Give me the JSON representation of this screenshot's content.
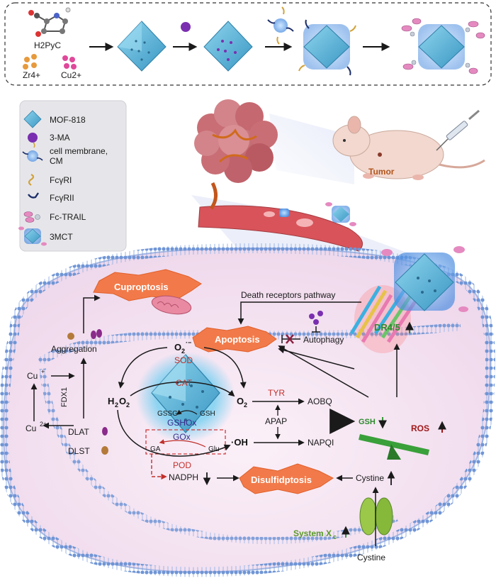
{
  "synthesis": {
    "ligand": "H2PyC",
    "zr": "Zr4+",
    "cu": "Cu2+"
  },
  "legend": {
    "items": [
      {
        "label": "MOF-818",
        "icon": "mof-octahedron"
      },
      {
        "label": "3-MA",
        "icon": "purple-sphere"
      },
      {
        "label": "cell membrane,",
        "label2": "CM",
        "icon": "membrane-vesicle"
      },
      {
        "label": "FcγRI",
        "icon": "receptor-gold"
      },
      {
        "label": "FcγRII",
        "icon": "receptor-navy"
      },
      {
        "label": "Fc-TRAIL",
        "icon": "trail-protein"
      },
      {
        "label": "3MCT",
        "icon": "coated-nanoparticle"
      }
    ]
  },
  "mouse": {
    "tumor_label": "Tumor"
  },
  "pathways": {
    "cuproptosis": "Cuproptosis",
    "death_receptors": "Death receptors pathway",
    "apoptosis": "Apoptosis",
    "autophagy": "Autophagy",
    "dr45": "DR4/5",
    "aggregation": "Aggregation",
    "cu_plus": "Cu",
    "cu_plus_sup": "+",
    "cu2_plus": "Cu",
    "cu2_plus_sup": "2+",
    "fdx1": "FDX1",
    "dlat": "DLAT",
    "dlst": "DLST",
    "o2_radical": "O",
    "o2_radical_sub": "2",
    "o2_radical_sup": "·−",
    "sod": "SOD",
    "h2o2_h": "H",
    "h2o2_2": "2",
    "h2o2_o": "O",
    "h2o2_2b": "2",
    "cat": "CAT",
    "o2": "O",
    "o2_sub": "2",
    "tyr": "TYR",
    "aobq": "AOBQ",
    "gssg": "GSSG",
    "gsh": "GSH",
    "gshox": "GSHOx",
    "gox": "GOx",
    "ga": "GA",
    "glu": "Glu",
    "oh": "·OH",
    "apap": "APAP",
    "napqi": "NAPQI",
    "pod": "POD",
    "gsh_balance": "GSH",
    "ros_balance": "ROS",
    "nadph": "NADPH",
    "disulfidptosis": "Disulfidptosis",
    "cystine_top": "Cystine",
    "cystine_bottom": "Cystine",
    "system_xc": "System X",
    "system_xc_sub": "c"
  },
  "colors": {
    "cell_fill": "#f5e6f2",
    "membrane": "#6f95d6",
    "burst": "#f27a4a",
    "mof": "#5fb6d8",
    "arrow": "#1a1a1a",
    "red_text": "#c0302a",
    "purple_text": "#3a2a8a",
    "green": "#3a9a3a"
  }
}
